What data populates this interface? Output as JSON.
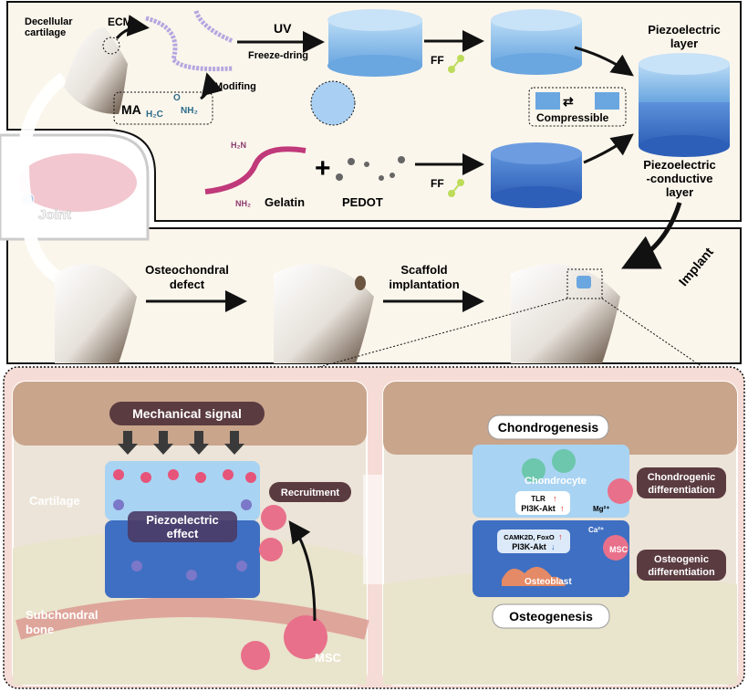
{
  "colors": {
    "panel_bg": "#fbf6ec",
    "lower_bg": "#f6dcd6",
    "scaffold_light": "#8fc1ea",
    "scaffold_dark": "#3f78c9",
    "gelatin": "#c0397a",
    "msc": "#e8708a",
    "label_dark": "#5a3b40"
  },
  "top": {
    "decellular_cartilage": [
      "Decellular",
      "cartilage"
    ],
    "ecm": "ECM",
    "uv": "UV",
    "freeze_drying": "Freeze-dring",
    "modifying": "Modifing",
    "ma": "MA",
    "ma_formula_left": "H₂C",
    "ma_formula_o": "O",
    "ma_formula_right": "NH₂",
    "ff1": "FF",
    "ff2": "FF",
    "piezo_layer": [
      "Piezoelectric",
      "layer"
    ],
    "compressible": "Compressible",
    "piezo_conductive_layer": [
      "Piezoelectric",
      "-conductive",
      "layer"
    ],
    "h2n": "H₂N",
    "nh2": "NH₂",
    "gelatin": "Gelatin",
    "pedot": "PEDOT",
    "joint": "Joint"
  },
  "middle": {
    "osteochondral_defect": [
      "Osteochondral",
      "defect"
    ],
    "scaffold_implantation": [
      "Scaffold",
      "implantation"
    ],
    "implant": "Implant"
  },
  "left_panel": {
    "mechanical_signal": "Mechanical signal",
    "cartilage": "Cartilage",
    "subchondral_bone": [
      "Subchondral",
      "bone"
    ],
    "piezoelectric_effect": [
      "Piezoelectric",
      "effect"
    ],
    "recruitment": "Recruitment",
    "msc": "MSC"
  },
  "right_panel": {
    "chondrogenesis": "Chondrogenesis",
    "chondrocyte": "Chondrocyte",
    "tlr": "TLR",
    "pi3k_up": "PI3K-Akt",
    "mg": "Mg²⁺",
    "ca": "Ca²⁺",
    "camk": "CAMK2D, FoxO",
    "pi3k_down": "PI3K-Akt",
    "msc": "MSC",
    "osteoblast": "Osteoblast",
    "osteogenesis": "Osteogenesis",
    "chondrogenic_differentiation": [
      "Chondrogenic",
      "differentiation"
    ],
    "osteogenic_differentiation": [
      "Osteogenic",
      "differentiation"
    ]
  }
}
